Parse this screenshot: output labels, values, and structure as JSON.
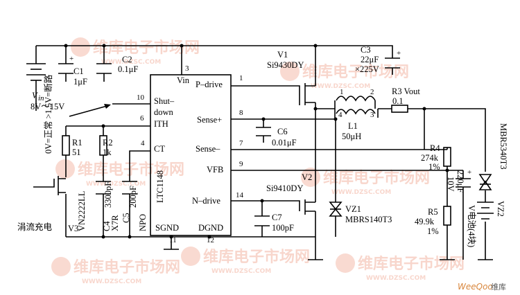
{
  "ic": {
    "name": "LTC1148",
    "pins": {
      "vin": "Vin",
      "pdrive": "P–drive",
      "shutdown_1": "Shut–",
      "shutdown_2": "down",
      "ith": "ITH",
      "ct": "CT",
      "sense_plus": "Sense+",
      "sense_minus": "Sense–",
      "vfb": "VFB",
      "ndrive": "N–drive",
      "sgnd": "SGND",
      "dgnd": "DGND"
    },
    "pin_numbers": {
      "p1": "1",
      "p3": "3",
      "p4": "4",
      "p6": "6",
      "p7": "7",
      "p8": "8",
      "p9": "9",
      "p10": "10",
      "p11": "11",
      "p12": "12",
      "p14": "14"
    }
  },
  "components": {
    "c1": {
      "ref": "C1",
      "value": "1μF"
    },
    "c2": {
      "ref": "C2",
      "value": "0.1μF"
    },
    "c3": {
      "ref": "C3",
      "value_1": "22μF",
      "value_2": "×225V"
    },
    "c4": {
      "ref": "C4",
      "value": "3300pF",
      "type": "X7R"
    },
    "c5": {
      "ref": "C5",
      "value": "200pF",
      "type": "NPO"
    },
    "c6": {
      "ref": "C6",
      "value": "0.01μF"
    },
    "c7": {
      "ref": "C7",
      "value": "100pF"
    },
    "r1": {
      "ref": "R1",
      "value": "51"
    },
    "r2": {
      "ref": "R2",
      "value": "1k"
    },
    "r3": {
      "ref": "R3 Vout",
      "value": "0.1"
    },
    "r4": {
      "ref": "R4",
      "value": "274k",
      "tol": "1%"
    },
    "r5": {
      "ref": "R5",
      "value": "49.9k",
      "tol": "1%"
    },
    "v1": {
      "ref": "V1",
      "part": "Si9430DY"
    },
    "v2": {
      "ref": "V2",
      "part": "Si9410DY"
    },
    "v3": {
      "ref": "V3",
      "part": "VN2222LL"
    },
    "l1": {
      "ref": "L1",
      "value": "50μH",
      "pin1": "1",
      "pin2": "2",
      "pin3": "3",
      "pin4": "4"
    },
    "vz1": {
      "ref": "VZ1",
      "part": "MBRS140T3"
    },
    "vz2": {
      "ref": "VZ2",
      "part": "MBR5340T3"
    },
    "cout": {
      "value_1": "220μF",
      "value_2": "10V"
    },
    "battery": {
      "label": "V电池(4块)"
    }
  },
  "labels": {
    "plus": "+",
    "vin_symbol": "V",
    "vin_sub": "in",
    "vin_range": "8V～15V",
    "shutdown_control": "0V=正常  >1.5V=断路",
    "trickle_charge": "涓流充电"
  },
  "watermarks": {
    "brand": "维库电子市场网",
    "url": "WWW.DZSC.COM",
    "logo_text": "WeeQoo",
    "logo_cn": "维库"
  }
}
